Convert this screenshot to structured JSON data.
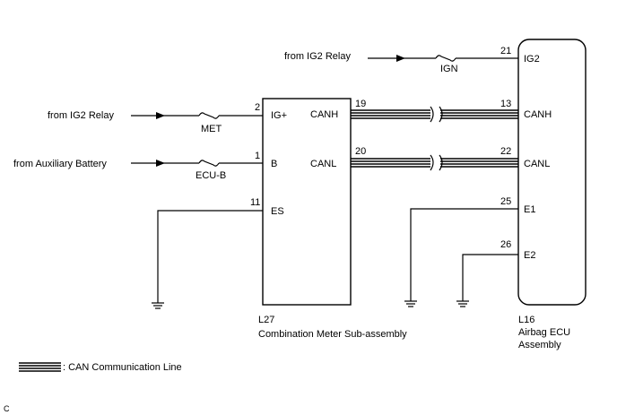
{
  "sources": {
    "ig2_relay_left": "from IG2 Relay",
    "auxiliary_battery": "from Auxiliary Battery",
    "ig2_relay_top": "from IG2 Relay"
  },
  "fuses": {
    "met": "MET",
    "ecu_b": "ECU-B",
    "ign": "IGN"
  },
  "meter": {
    "connector": "L27",
    "name": "Combination Meter Sub-assembly",
    "pins": [
      {
        "num": "2",
        "label": "IG+"
      },
      {
        "num": "1",
        "label": "B"
      },
      {
        "num": "11",
        "label": "ES"
      },
      {
        "num": "19",
        "label": "CANH"
      },
      {
        "num": "20",
        "label": "CANL"
      }
    ]
  },
  "airbag": {
    "connector": "L16",
    "name_line1": "Airbag ECU",
    "name_line2": "Assembly",
    "pins": [
      {
        "num": "21",
        "label": "IG2"
      },
      {
        "num": "13",
        "label": "CANH"
      },
      {
        "num": "22",
        "label": "CANL"
      },
      {
        "num": "25",
        "label": "E1"
      },
      {
        "num": "26",
        "label": "E2"
      }
    ]
  },
  "legend": {
    "text": ": CAN Communication Line"
  },
  "corner_mark": "C"
}
